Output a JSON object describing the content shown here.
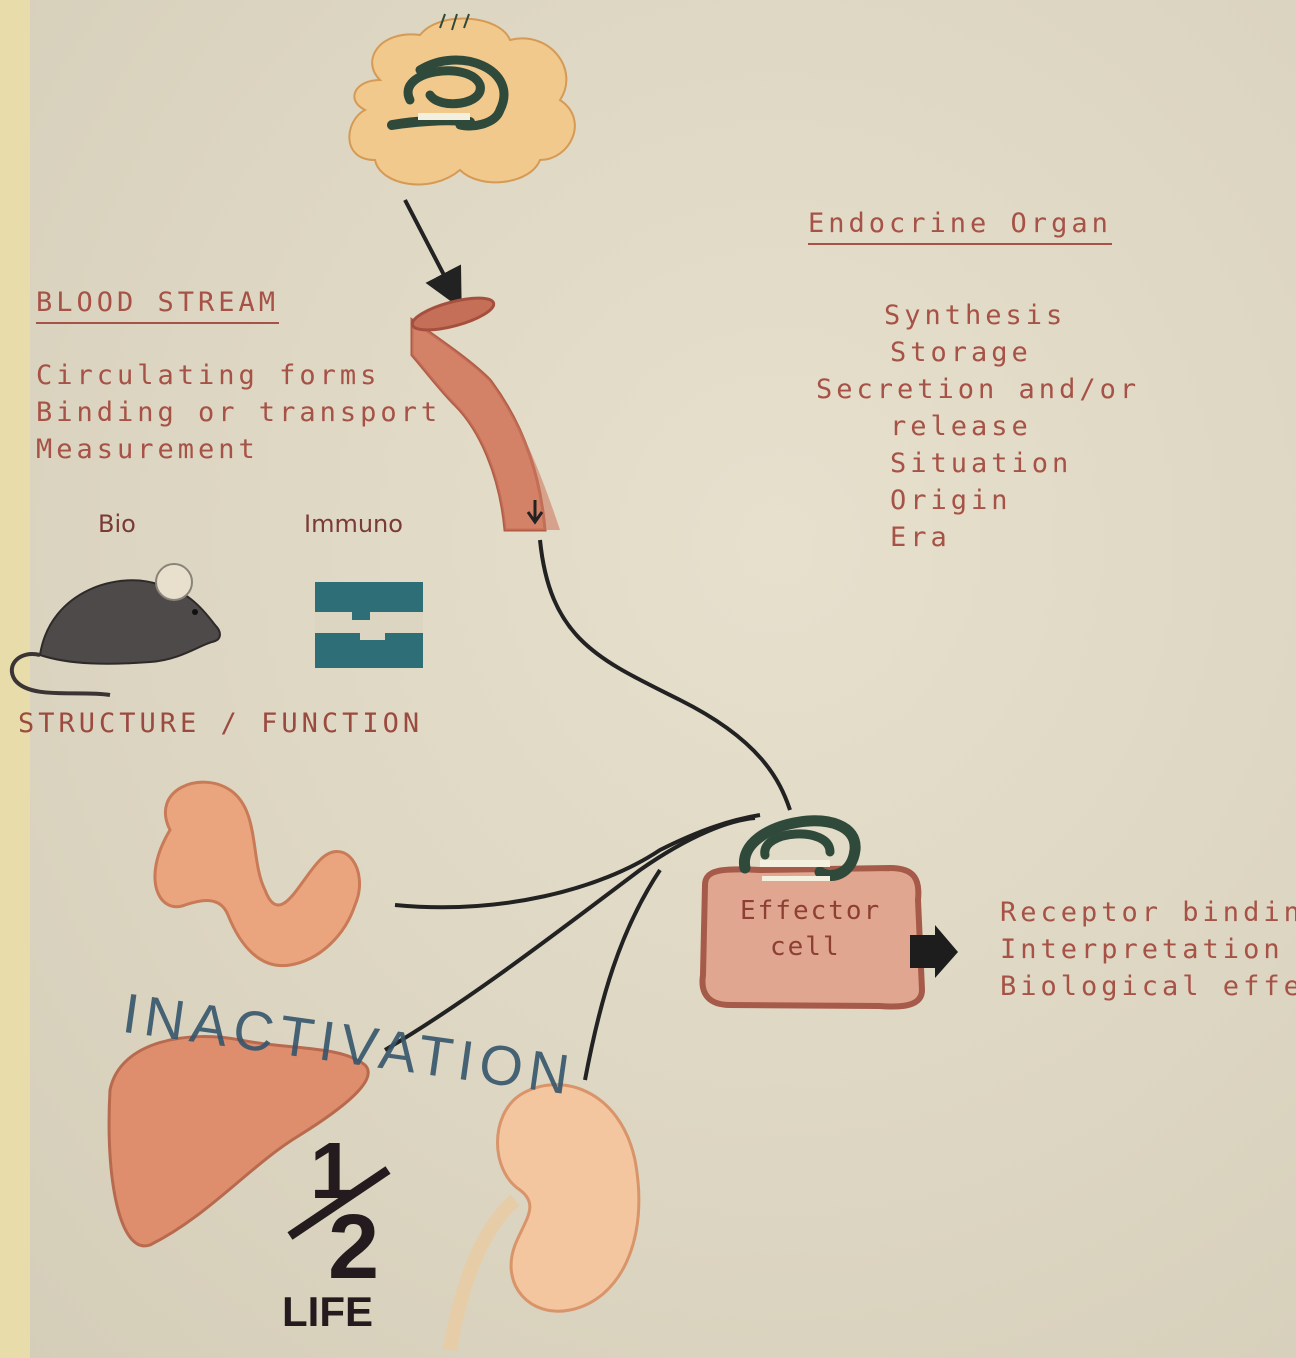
{
  "endocrine_organ": {
    "heading": "Endocrine Organ",
    "items": [
      "Synthesis",
      "Storage",
      "Secretion and/or",
      "release",
      "Situation",
      "Origin",
      "Era"
    ]
  },
  "blood_stream": {
    "heading": "BLOOD STREAM",
    "items": [
      "Circulating forms",
      "Binding or transport",
      "Measurement"
    ],
    "assay_bio_label": "Bio",
    "assay_immuno_label": "Immuno",
    "structure_function": "STRUCTURE / FUNCTION"
  },
  "effector": {
    "cell_line1": "Effector",
    "cell_line2": "cell",
    "items": [
      "Receptor binding",
      "Interpretation",
      "Biological effect"
    ]
  },
  "inactivation": {
    "label": "INACTIVATION",
    "half_num": "1",
    "half_den": "2",
    "life": "LIFE"
  },
  "colors": {
    "background": "#dfd9c6",
    "text": "#a65246",
    "organ_fill": "#e8a47e",
    "gland_fill": "#f2c98c",
    "hormone": "#2f4a3b",
    "immuno_block": "#2e6e77",
    "inactivation_text": "#35566c"
  },
  "icons": [
    "gland-icon",
    "hormone-icon",
    "blood-vessel-icon",
    "mouse-icon",
    "immunoassay-icon",
    "intestine-icon",
    "liver-icon",
    "kidney-icon",
    "effector-cell-icon"
  ]
}
